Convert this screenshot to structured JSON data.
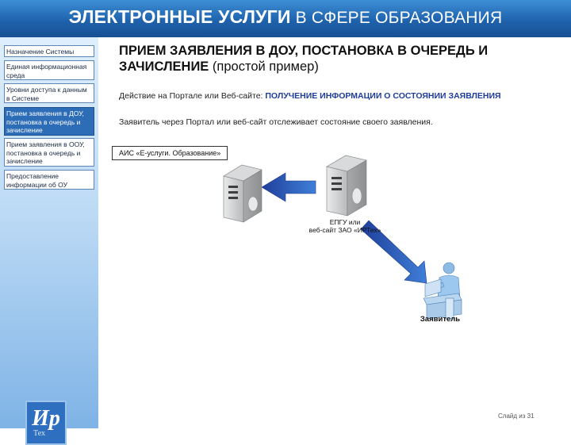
{
  "header": {
    "title_bold": "ЭЛЕКТРОННЫЕ УСЛУГИ",
    "title_rest": " В СФЕРЕ ОБРАЗОВАНИЯ"
  },
  "sidebar": {
    "items": [
      {
        "label": "Назначение Системы",
        "active": false
      },
      {
        "label": "Единая информационная среда",
        "active": false
      },
      {
        "label": "Уровни доступа к данным в Системе",
        "active": false
      },
      {
        "label": "Прием заявления в ДОУ, постановка в очередь и зачисление",
        "active": true
      },
      {
        "label": "Прием заявления в ООУ, постановка в очередь и зачисление",
        "active": false
      },
      {
        "label": "Предоставление информации об ОУ",
        "active": false
      }
    ],
    "logo_text": "Ир",
    "logo_sub": "Тех"
  },
  "slide": {
    "title_bold": "ПРИЕМ ЗАЯВЛЕНИЯ В ДОУ, ПОСТАНОВКА В ОЧЕРЕДЬ И ЗАЧИСЛЕНИЕ",
    "title_rest": " (простой пример)",
    "action_prefix": "Действие на Портале или Веб-сайте: ",
    "action_highlight": "ПОЛУЧЕНИЕ ИНФОРМАЦИИ О СОСТОЯНИИ ЗАЯВЛЕНИЯ",
    "description": "Заявитель через Портал  или веб-сайт отслеживает состояние своего заявления."
  },
  "diagram": {
    "ais_label": "АИС «Е-услуги. Образование»",
    "epgu_label_line1": "ЕПГУ или",
    "epgu_label_line2": "веб-сайт ЗАО «ИРТех»",
    "user_label": "Заявитель",
    "arrow_color": "#2f5fc0",
    "server_color": "#c9cbcc"
  },
  "footer": {
    "counter": "Слайд из 31"
  }
}
